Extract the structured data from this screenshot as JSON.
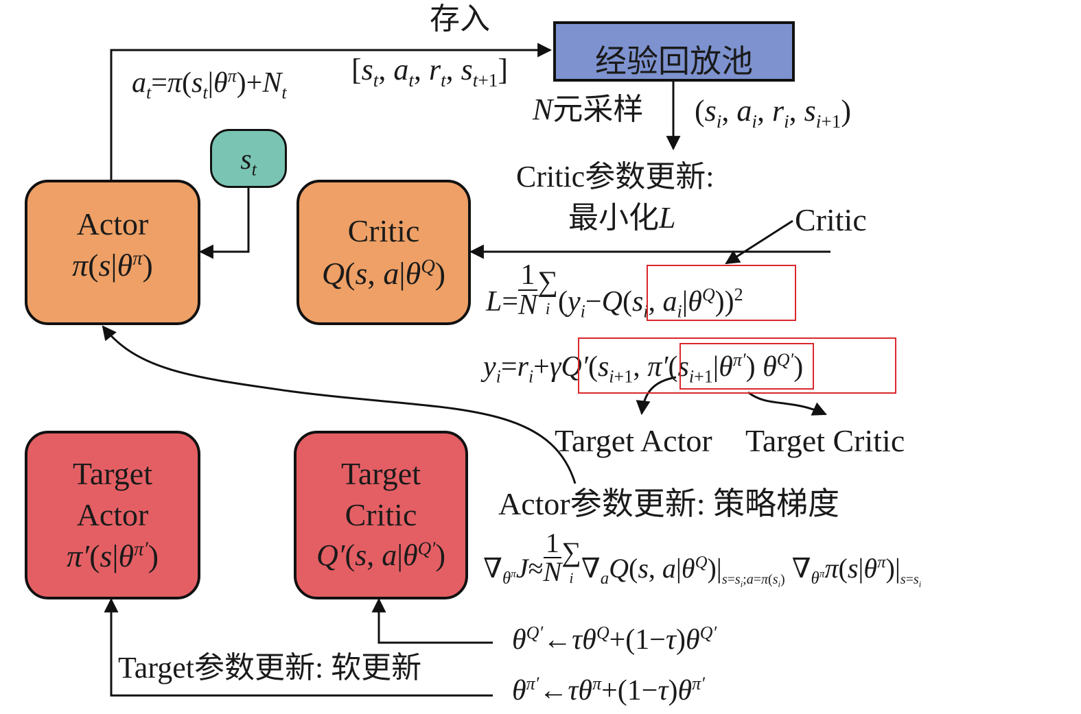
{
  "colors": {
    "replay_buffer": "#7d92cf",
    "actor_critic": "#eea066",
    "target_nets": "#e45f64",
    "state": "#79c4b3",
    "highlight": "#d9262c",
    "stroke": "#111111"
  },
  "replay_buffer": {
    "label": "经验回放池"
  },
  "store": {
    "label": "存入",
    "tuple": "[s_t, a_t, r_t, s_{t+1}]"
  },
  "sample": {
    "label": "N元采样",
    "tuple": "(s_i, a_i, r_i, s_{i+1})"
  },
  "action_eq": "a_t=π(s_t|θ^π)+N_t",
  "state": {
    "label": "s_t"
  },
  "actor": {
    "name": "Actor",
    "func": "π(s|θ^π)"
  },
  "critic": {
    "name": "Critic",
    "func": "Q(s, a|θ^Q)"
  },
  "target_actor": {
    "name_line1": "Target",
    "name_line2": "Actor",
    "func": "π′(s|θ^π′)"
  },
  "target_critic": {
    "name_line1": "Target",
    "name_line2": "Critic",
    "func": "Q′(s, a|θ^Q′)"
  },
  "critic_update": {
    "title": "Critic参数更新:",
    "subtitle": "最小化L"
  },
  "critic_label": "Critic",
  "loss_eq": "L=1/N ∑_i (y_i−Q(s_i, a_i|θ^Q))^2",
  "target_eq": "y_i=r_i+γQ′(s_{i+1}, π′(s_{i+1}|θ^π′) θ^Q′)",
  "target_actor_label": "Target Actor",
  "target_critic_label": "Target Critic",
  "actor_update": {
    "title": "Actor参数更新: 策略梯度"
  },
  "policy_gradient_eq": "∇_θ^π J≈1/N ∑_i ∇_a Q(s, a|θ^Q)|_{s=s_i;a=π(s_i)} ∇_θ^π π(s|θ^π)|_{s=s_i}",
  "target_update": {
    "title": "Target参数更新: 软更新"
  },
  "soft_update_q": "θ^Q′←τθ^Q+(1−τ)θ^Q′",
  "soft_update_pi": "θ^π′←τθ^π+(1−τ)θ^π′"
}
